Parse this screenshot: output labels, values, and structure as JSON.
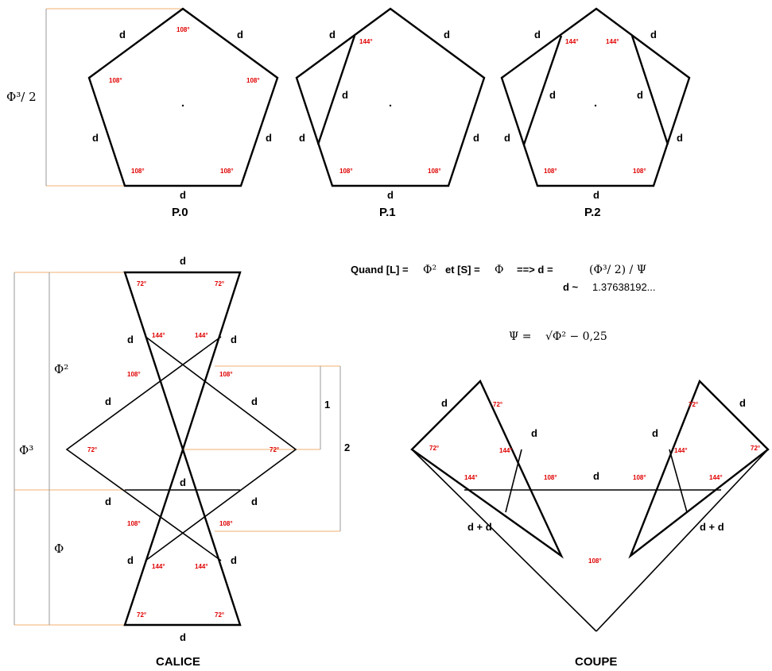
{
  "edge_label": "d",
  "angles": {
    "a108": "108°",
    "a144": "144°",
    "a72": "72°"
  },
  "captions": {
    "p0": "P.0",
    "p1": "P.1",
    "p2": "P.2",
    "calice": "CALICE",
    "coupe": "COUPE"
  },
  "dims": {
    "phi3_half": "Φ³/ 2",
    "phi2": "Φ²",
    "phi3": "Φ³",
    "phi": "Φ",
    "one": "1",
    "two": "2"
  },
  "formula": {
    "quand": "Quand  [L] =",
    "phi2": "Φ²",
    "et_s": "et [S] =",
    "phi": "Φ",
    "arrow_d": "==>  d =",
    "expr": "(Φ³/ 2) / Ψ",
    "approx_label": "d ~",
    "approx_value": "1.37638192...",
    "psi_label": "Ψ =",
    "psi_expr": "√Φ² − 0,25"
  },
  "coupe": {
    "d_plus_d": "d + d"
  },
  "colors": {
    "angle": "#e00000",
    "guide": "#f0b070",
    "dim": "#999999",
    "stroke": "#000000"
  }
}
